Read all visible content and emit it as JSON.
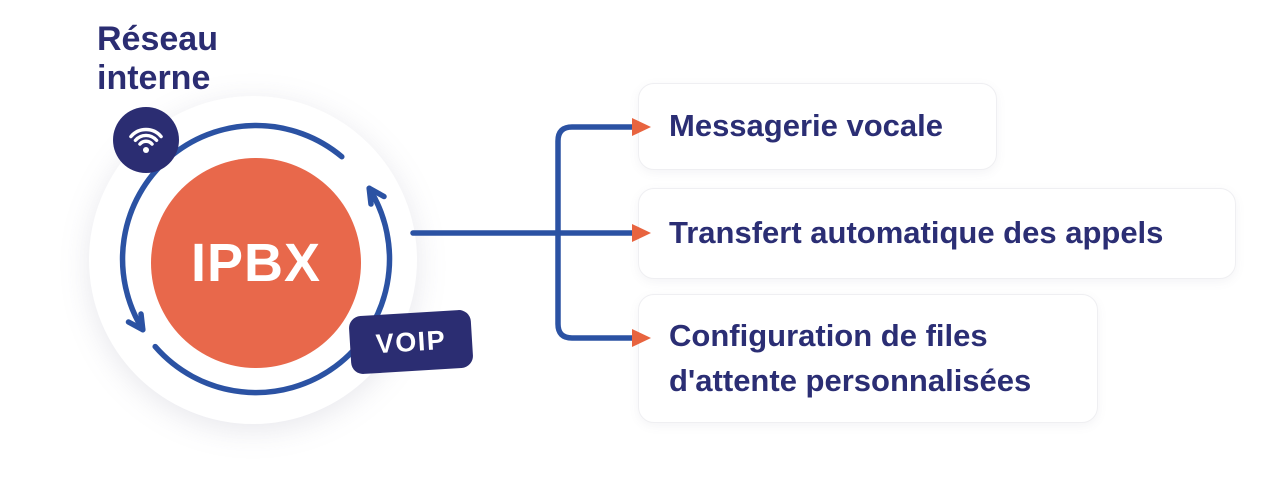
{
  "diagram": {
    "network_label": "Réseau interne",
    "hub_label": "IPBX",
    "voip_label": "VOIP"
  },
  "features": [
    {
      "label": "Messagerie vocale"
    },
    {
      "label": "Transfert automatique des appels"
    },
    {
      "label": "Configuration de files d'attente personnalisées"
    }
  ],
  "icons": {
    "network": "wifi-icon",
    "rotation": "circular-arrows-icon",
    "connector_arrow": "right-arrowhead-icon"
  },
  "colors": {
    "navy": "#2b2d72",
    "line_blue": "#2b52a3",
    "hub_orange": "#e8684b",
    "arrow_orange": "#e8643f",
    "text_navy": "#2b2e74",
    "card_bg": "#ffffff",
    "card_border": "#efeff2"
  }
}
